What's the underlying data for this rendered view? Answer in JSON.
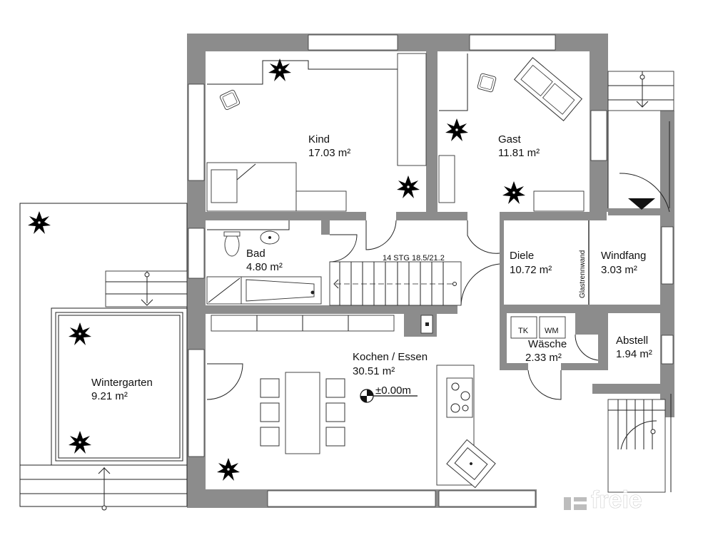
{
  "rooms": {
    "kind": {
      "name": "Kind",
      "area": "17.03 m²"
    },
    "gast": {
      "name": "Gast",
      "area": "11.81 m²"
    },
    "bad": {
      "name": "Bad",
      "area": "4.80 m²"
    },
    "diele": {
      "name": "Diele",
      "area": "10.72 m²"
    },
    "windfang": {
      "name": "Windfang",
      "area": "3.03 m²"
    },
    "kochen": {
      "name": "Kochen / Essen",
      "area": "30.51 m²"
    },
    "waesche": {
      "name": "Wäsche",
      "area": "2.33 m²"
    },
    "abstell": {
      "name": "Abstell",
      "area": "1.94 m²"
    },
    "wintergarten": {
      "name": "Wintergarten",
      "area": "9.21 m²"
    }
  },
  "labels": {
    "stairs": "14 STG 18.5/21.2",
    "glass_wall": "Glastrennwand",
    "level": "±0.00m",
    "tk": "TK",
    "wm": "WM",
    "watermark": "freie"
  },
  "colors": {
    "wall": "#8c8c8c",
    "line": "#222222",
    "background": "#ffffff"
  }
}
